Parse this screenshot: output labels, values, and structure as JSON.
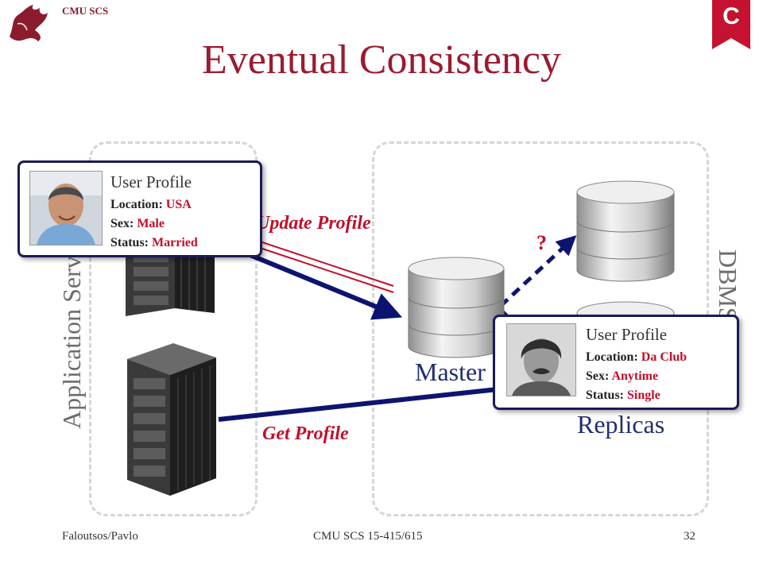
{
  "header": {
    "org_label": "CMU SCS"
  },
  "title": "Eventual Consistency",
  "corner_badge": "C",
  "groups": {
    "app_label": "Application Servers",
    "dbms_label": "DBMS Servers"
  },
  "arrows": {
    "update_label": "Update Profile",
    "get_label": "Get Profile",
    "unknown_label": "?"
  },
  "nodes": {
    "master_label": "Master",
    "replicas_label": "Replicas"
  },
  "cards": [
    {
      "title": "User Profile",
      "rows": [
        {
          "key": "Location:",
          "value": "USA"
        },
        {
          "key": "Sex:",
          "value": "Male"
        },
        {
          "key": "Status:",
          "value": "Married"
        }
      ]
    },
    {
      "title": "User Profile",
      "rows": [
        {
          "key": "Location:",
          "value": "Da Club"
        },
        {
          "key": "Sex:",
          "value": "Anytime"
        },
        {
          "key": "Status:",
          "value": "Single"
        }
      ]
    }
  ],
  "footer": {
    "left": "Faloutsos/Pavlo",
    "center": "CMU SCS 15-415/615",
    "page": "32"
  },
  "colors": {
    "title": "#9b1b30",
    "accent_red": "#c0102a",
    "arrow_navy": "#0d1470",
    "label_navy": "#1f2f6e"
  },
  "icons": [
    "griffin-logo-icon",
    "c-badge-icon",
    "server-rack-icon",
    "database-cylinder-icon",
    "person-photo-icon"
  ]
}
